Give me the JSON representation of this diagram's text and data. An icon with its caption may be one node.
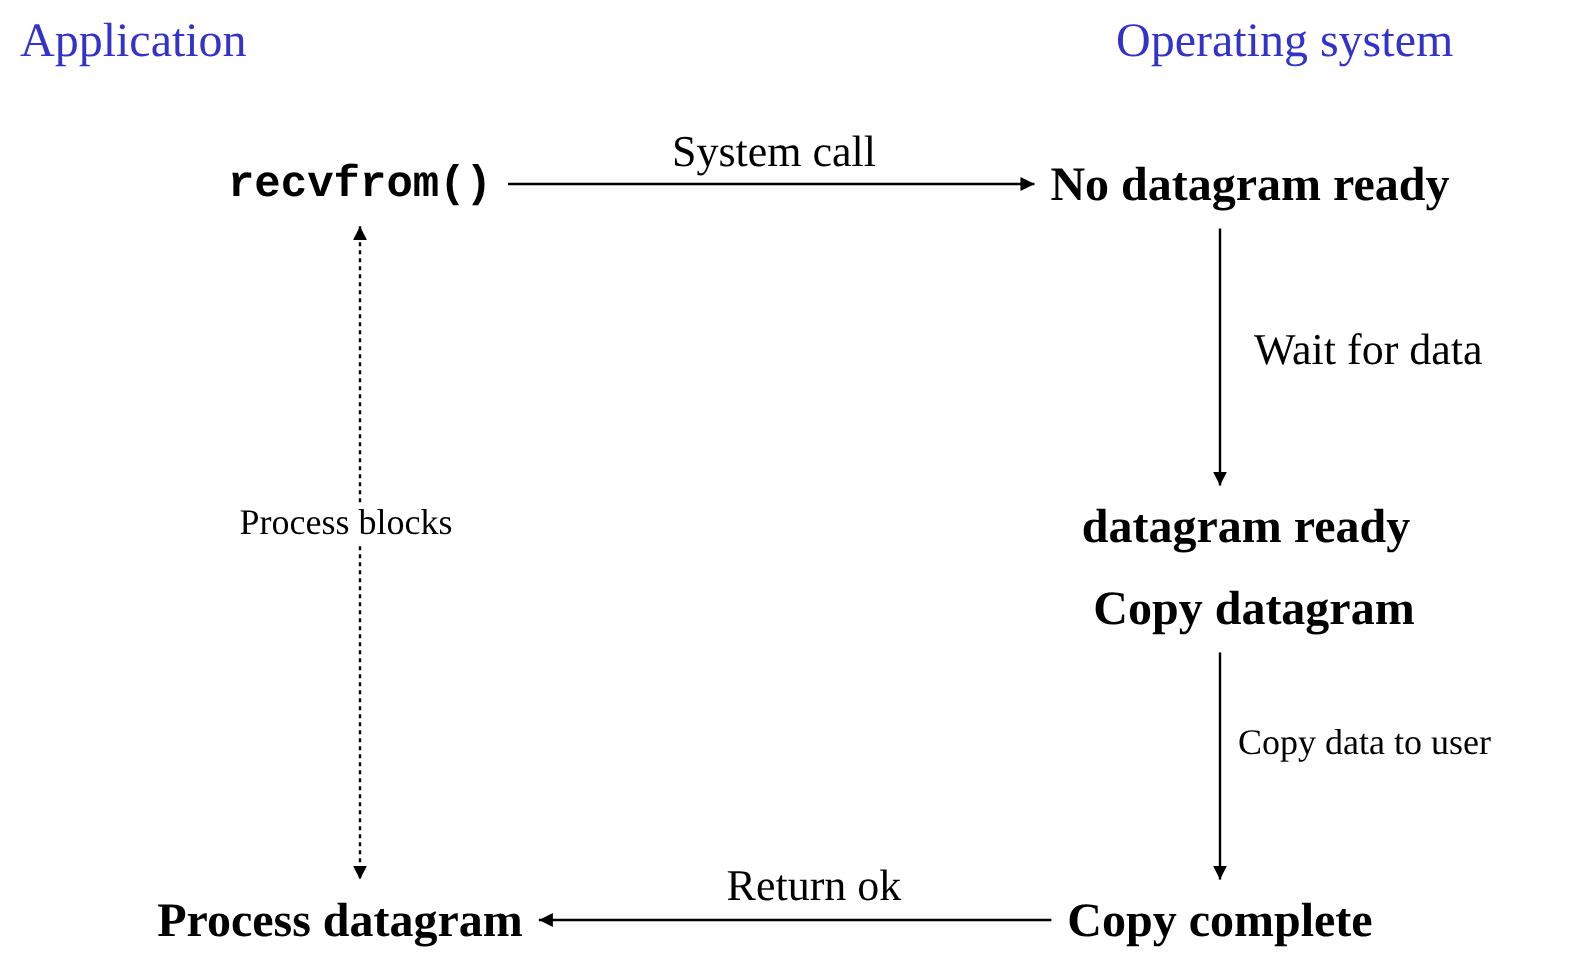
{
  "diagram": {
    "nodes": [
      {
        "text": [
          "recvfrom()"
        ]
      },
      {
        "text": [
          "No datagram ready"
        ]
      },
      {
        "text": [
          "datagram ready"
        ]
      },
      {
        "text": [
          "Copy datagram"
        ]
      },
      {
        "text": [
          "Copy complete"
        ]
      },
      {
        "text": [
          "Process datagram"
        ]
      }
    ],
    "edges": [
      {
        "from": 0,
        "to": 1,
        "arrow": "to",
        "label": "System call"
      },
      {
        "from": 1,
        "to": 2,
        "arrow": "to",
        "label": "Wait for data"
      },
      {
        "from": 3,
        "to": 4,
        "arrow": "to",
        "label": "Copy data to user"
      },
      {
        "from": 4,
        "to": 5,
        "arrow": "to",
        "label": "Return ok"
      },
      {
        "from": 0,
        "to": 5,
        "arrow": "both",
        "label": "Process blocks",
        "style": "dashed"
      }
    ],
    "labels": [
      "Application",
      "Operating system"
    ]
  }
}
